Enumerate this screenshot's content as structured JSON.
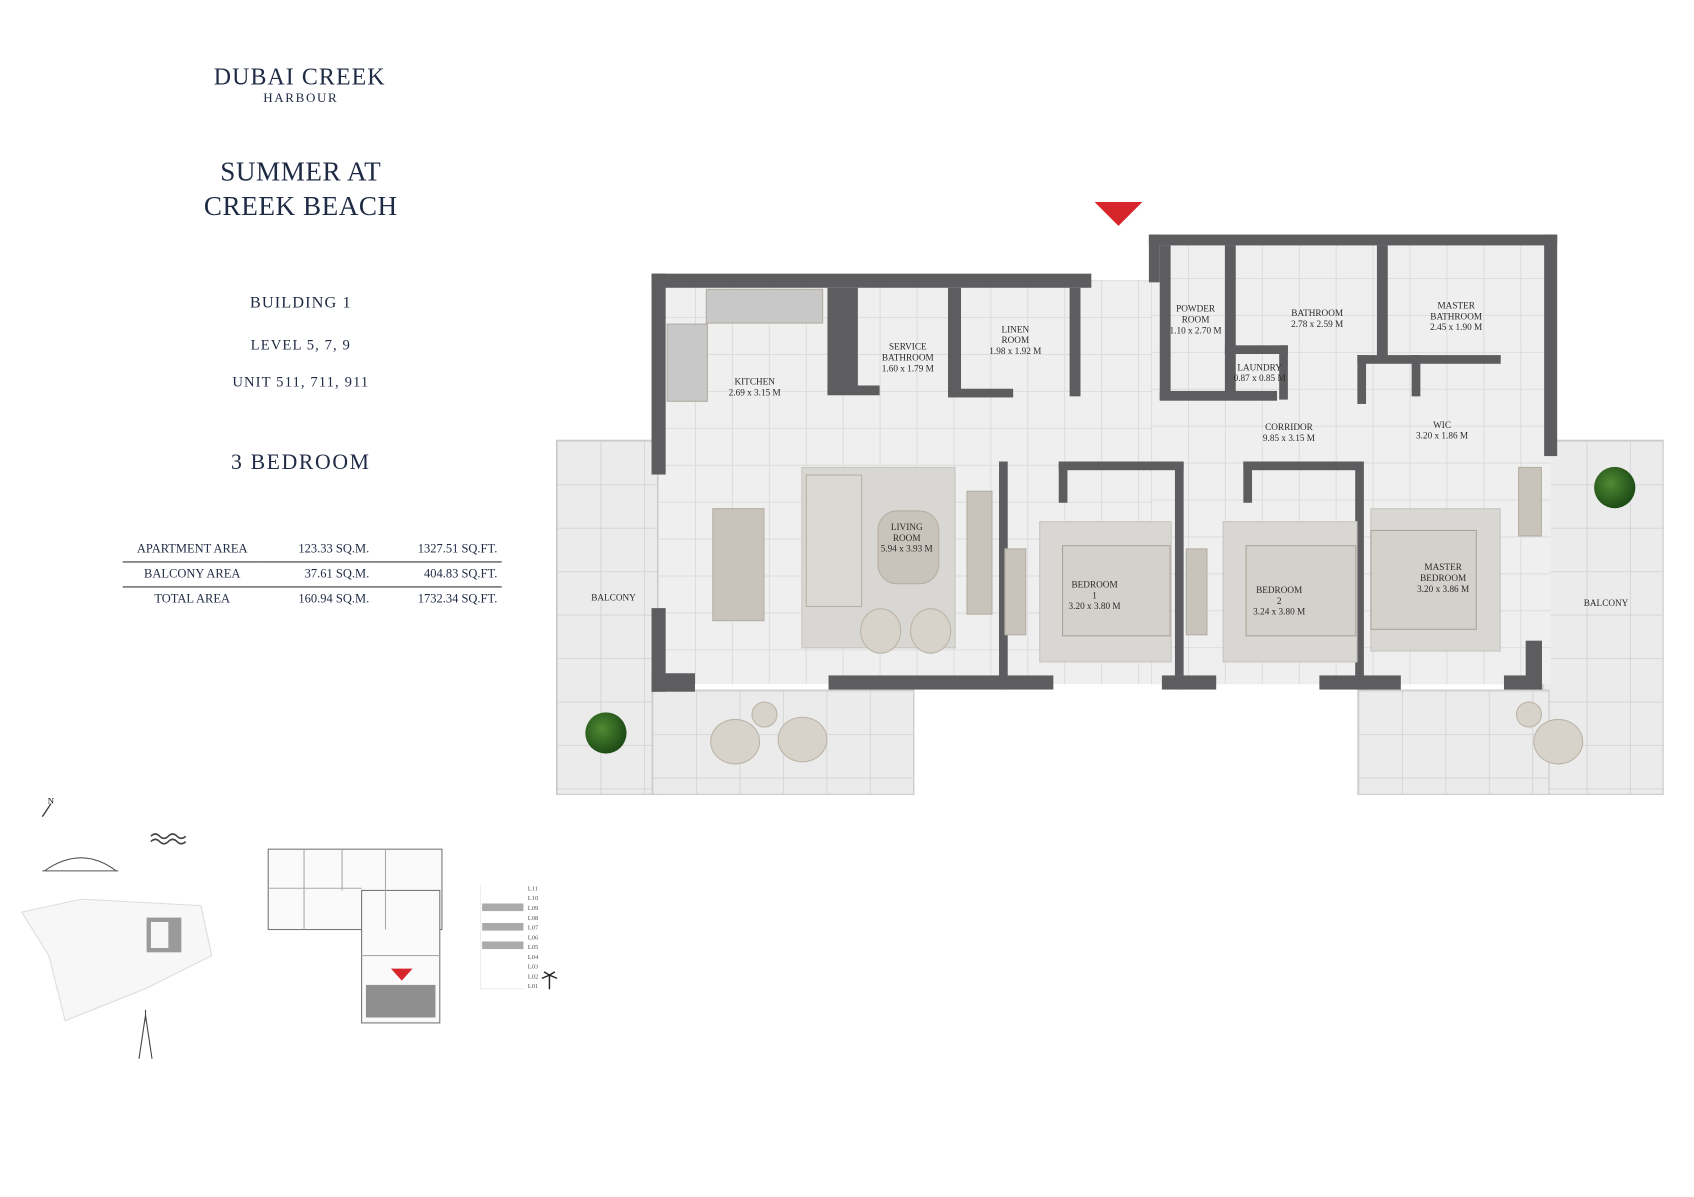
{
  "brand": {
    "name": "DUBAI CREEK",
    "sub": "HARBOUR"
  },
  "project": {
    "title_line1": "SUMMER AT",
    "title_line2": "CREEK BEACH"
  },
  "building": "BUILDING 1",
  "level": "LEVEL 5, 7, 9",
  "unit": "UNIT 511, 711, 911",
  "bedrooms": "3 BEDROOM",
  "areas": [
    {
      "label": "APARTMENT AREA",
      "sqm": "123.33 SQ.M.",
      "sqft": "1327.51 SQ.FT."
    },
    {
      "label": "BALCONY AREA",
      "sqm": "37.61 SQ.M.",
      "sqft": "404.83 SQ.FT."
    },
    {
      "label": "TOTAL AREA",
      "sqm": "160.94 SQ.M.",
      "sqft": "1732.34 SQ.FT."
    }
  ],
  "rooms": {
    "kitchen": {
      "name": "KITCHEN",
      "dim": "2.69 x 3.15 M"
    },
    "service_bathroom": {
      "name1": "SERVICE",
      "name2": "BATHROOM",
      "dim": "1.60 x 1.79 M"
    },
    "linen_room": {
      "name1": "LINEN",
      "name2": "ROOM",
      "dim": "1.98 x 1.92 M"
    },
    "powder_room": {
      "name1": "POWDER",
      "name2": "ROOM",
      "dim": "1.10 x 2.70 M"
    },
    "bathroom": {
      "name": "BATHROOM",
      "dim": "2.78 x 2.59 M"
    },
    "master_bathroom": {
      "name1": "MASTER",
      "name2": "BATHROOM",
      "dim": "2.45 x 1.90 M"
    },
    "laundry": {
      "name": "LAUNDRY",
      "dim": "0.87 x 0.85 M"
    },
    "corridor": {
      "name": "CORRIDOR",
      "dim": "9.85 x 3.15 M"
    },
    "wic": {
      "name": "WIC",
      "dim": "3.20 x 1.86 M"
    },
    "living_room": {
      "name1": "LIVING",
      "name2": "ROOM",
      "dim": "5.94 x 3.93 M"
    },
    "bedroom1": {
      "name1": "BEDROOM",
      "name2": "1",
      "dim": "3.20 x 3.80 M"
    },
    "bedroom2": {
      "name1": "BEDROOM",
      "name2": "2",
      "dim": "3.24 x 3.80 M"
    },
    "master_bedroom": {
      "name1": "MASTER",
      "name2": "BEDROOM",
      "dim": "3.20 x 3.86 M"
    },
    "balcony_left": {
      "name": "BALCONY"
    },
    "balcony_right": {
      "name": "BALCONY"
    }
  },
  "compass": {
    "label": "N"
  },
  "levels": {
    "labels": [
      "L11",
      "L10",
      "L09",
      "L08",
      "L07",
      "L06",
      "L05",
      "L04",
      "L03",
      "L02",
      "L01"
    ],
    "highlighted": [
      "L09",
      "L07",
      "L05"
    ]
  },
  "colors": {
    "entrance_marker": "#d7262b",
    "walls": "#5d5d5f",
    "text": "#1f2a44"
  },
  "icons": [
    "entrance-arrow-icon",
    "compass-north-icon",
    "waves-icon",
    "bridge-icon",
    "tower-icon",
    "palm-tree-icon",
    "plant-icon"
  ]
}
